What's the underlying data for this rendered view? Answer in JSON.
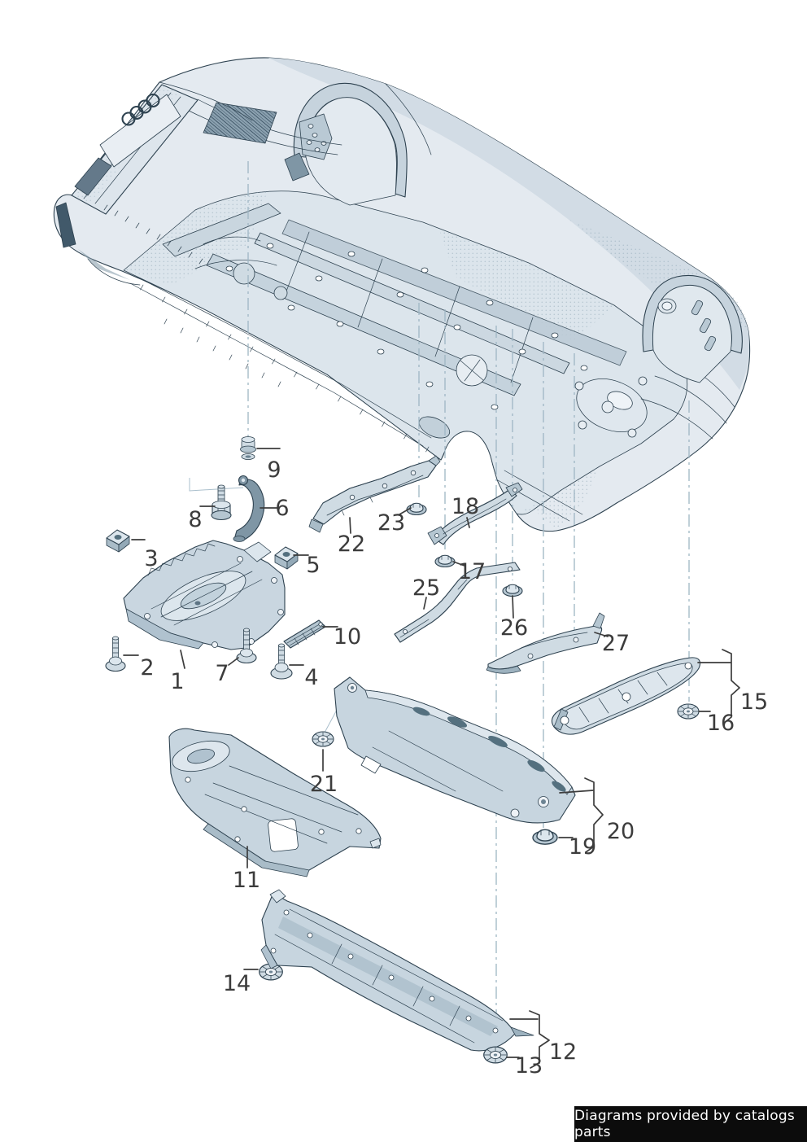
{
  "diagram": {
    "type": "exploded-parts-diagram",
    "subject": "car underbody trim panels and fasteners (bottom view of body)",
    "palette": {
      "line": "#2e4250",
      "body_fill": "#e4eaf0",
      "shade_fill": "#d2dce5",
      "part_fill": "#cfdbe3",
      "leader_line": "#9fb6c4",
      "label_color": "#3c3c3c",
      "footer_bg": "#0c0c0c",
      "footer_fg": "#ffffff"
    }
  },
  "callouts": [
    {
      "n": "1"
    },
    {
      "n": "2"
    },
    {
      "n": "3"
    },
    {
      "n": "4"
    },
    {
      "n": "5"
    },
    {
      "n": "6"
    },
    {
      "n": "7"
    },
    {
      "n": "8"
    },
    {
      "n": "9"
    },
    {
      "n": "10"
    },
    {
      "n": "11"
    },
    {
      "n": "12"
    },
    {
      "n": "13"
    },
    {
      "n": "14"
    },
    {
      "n": "15"
    },
    {
      "n": "16"
    },
    {
      "n": "17"
    },
    {
      "n": "18"
    },
    {
      "n": "19"
    },
    {
      "n": "20"
    },
    {
      "n": "21"
    },
    {
      "n": "22"
    },
    {
      "n": "23"
    },
    {
      "n": "25"
    },
    {
      "n": "26"
    },
    {
      "n": "27"
    }
  ],
  "footer": {
    "text": "Diagrams provided by catalogs parts"
  }
}
